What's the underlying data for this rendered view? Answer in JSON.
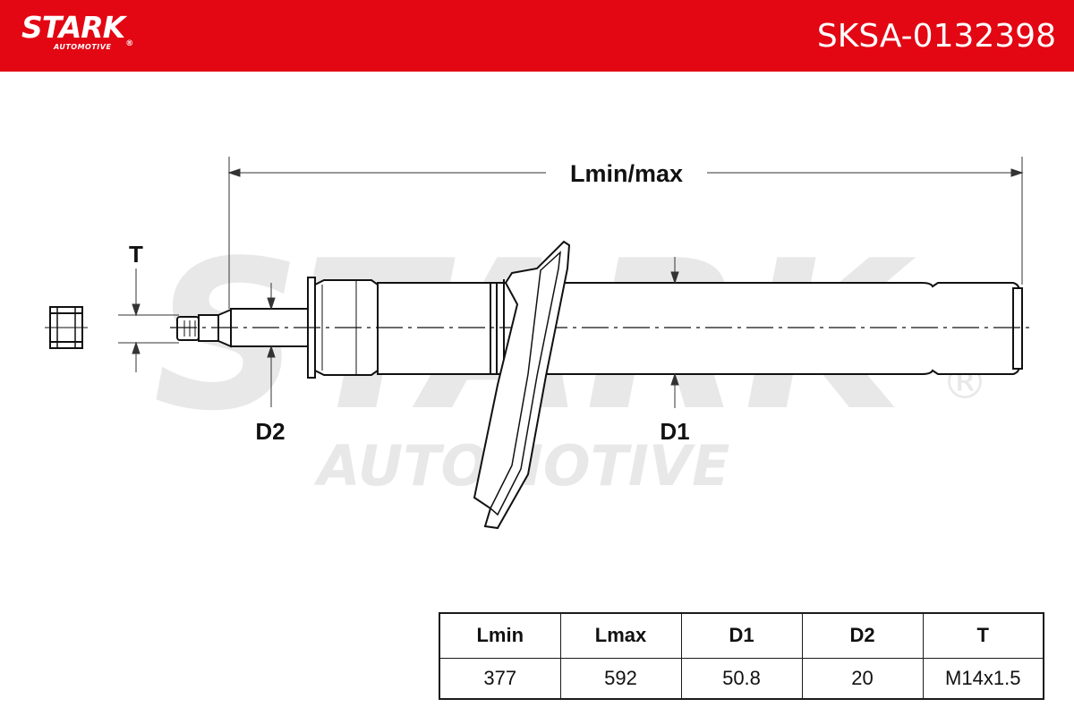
{
  "brand": {
    "name": "STARK",
    "registered_mark": "®",
    "tagline": "AUTOMOTIVE"
  },
  "header": {
    "part_number": "SKSA-0132398",
    "background_color": "#e30613"
  },
  "watermark": {
    "text_main": "STARK",
    "text_sub": "AUTOMOTIVE",
    "registered_mark": "®",
    "color": "#e6e6e6"
  },
  "drawing": {
    "labels": {
      "length": "Lmin/max",
      "thread": "T",
      "rod_diameter": "D2",
      "body_diameter": "D1"
    }
  },
  "spec_table": {
    "headers": [
      "Lmin",
      "Lmax",
      "D1",
      "D2",
      "T"
    ],
    "values": [
      "377",
      "592",
      "50.8",
      "20",
      "M14x1.5"
    ]
  }
}
